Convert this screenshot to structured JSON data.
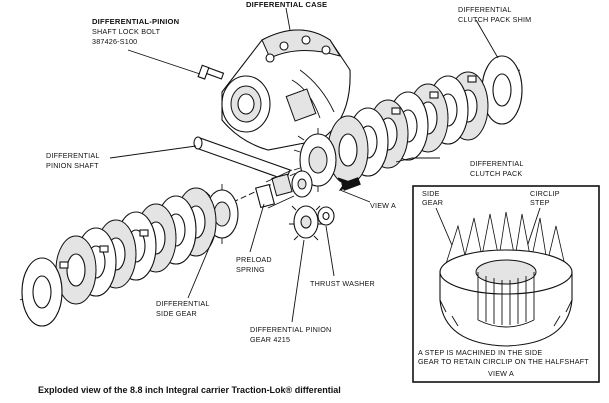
{
  "labels": {
    "differential_case": "DIFFERENTIAL CASE",
    "pinion_shaft_lock_bolt_1": "DIFFERENTIAL-PINION",
    "pinion_shaft_lock_bolt_2": "SHAFT LOCK BOLT",
    "pinion_shaft_lock_bolt_3": "387426-S100",
    "clutch_pack_shim_1": "DIFFERENTIAL",
    "clutch_pack_shim_2": "CLUTCH PACK SHIM",
    "pinion_shaft_1": "DIFFERENTIAL",
    "pinion_shaft_2": "PINION SHAFT",
    "clutch_pack_1": "DIFFERENTIAL",
    "clutch_pack_2": "CLUTCH PACK",
    "view_a_pointer": "VIEW A",
    "preload_spring_1": "PRELOAD",
    "preload_spring_2": "SPRING",
    "thrust_washer": "THRUST WASHER",
    "side_gear_1": "DIFFERENTIAL",
    "side_gear_2": "SIDE GEAR",
    "pinion_gear_1": "DIFFERENTIAL PINION",
    "pinion_gear_2": "GEAR 4215"
  },
  "inset": {
    "side_gear_1": "SIDE",
    "side_gear_2": "GEAR",
    "circlip_1": "CIRCLIP",
    "circlip_2": "STEP",
    "note_1": "A STEP IS MACHINED IN THE SIDE",
    "note_2": "GEAR TO RETAIN CIRCLIP ON THE HALFSHAFT",
    "title": "VIEW A"
  },
  "caption": "Exploded view of the 8.8 inch Integral carrier Traction-Lok® differential"
}
